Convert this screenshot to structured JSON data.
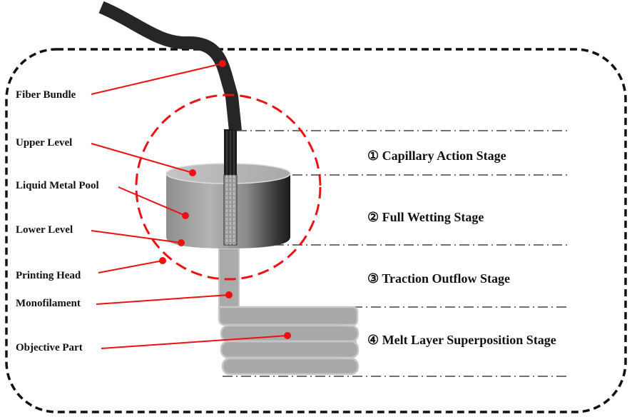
{
  "diagram": {
    "title": "Liquid metal printing process stages",
    "colors": {
      "callout": "#ee1111",
      "outline": "#111111",
      "fiber": "#262626",
      "cylinder_light": "#b8b8b8",
      "cylinder_dark": "#1e1e1e",
      "filament": "#a9a9a9",
      "filament_edge": "#c8c8c8",
      "stage_line": "#444444"
    },
    "labels": [
      {
        "id": "fiber-bundle",
        "text": "Fiber Bundle"
      },
      {
        "id": "upper-level",
        "text": "Upper Level"
      },
      {
        "id": "liquid-metal-pool",
        "text": "Liquid Metal Pool"
      },
      {
        "id": "lower-level",
        "text": "Lower Level"
      },
      {
        "id": "printing-head",
        "text": "Printing Head"
      },
      {
        "id": "monofilament",
        "text": "Monofilament"
      },
      {
        "id": "objective-part",
        "text": "Objective Part"
      }
    ],
    "stages": [
      {
        "number": "①",
        "text": "Capillary Action Stage"
      },
      {
        "number": "②",
        "text": "Full Wetting Stage"
      },
      {
        "number": "③",
        "text": "Traction Outflow Stage"
      },
      {
        "number": "④",
        "text": "Melt Layer Superposition Stage"
      }
    ]
  }
}
